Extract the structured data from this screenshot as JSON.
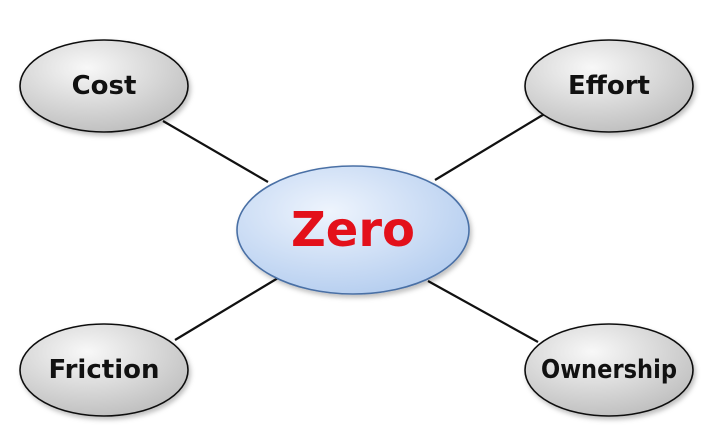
{
  "diagram": {
    "center": {
      "label": "Zero"
    },
    "nodes": {
      "top_left": {
        "label": "Cost"
      },
      "top_right": {
        "label": "Effort"
      },
      "bottom_left": {
        "label": "Friction"
      },
      "bottom_right": {
        "label": "Ownership"
      }
    }
  },
  "colors": {
    "center_text": "#e3101a",
    "outer_text": "#111111",
    "center_fill_light": "#eef4fd",
    "center_fill_dark": "#b4cdef",
    "outer_fill_light": "#f8f8f8",
    "outer_fill_dark": "#bdbdbd",
    "connector": "#111111"
  }
}
